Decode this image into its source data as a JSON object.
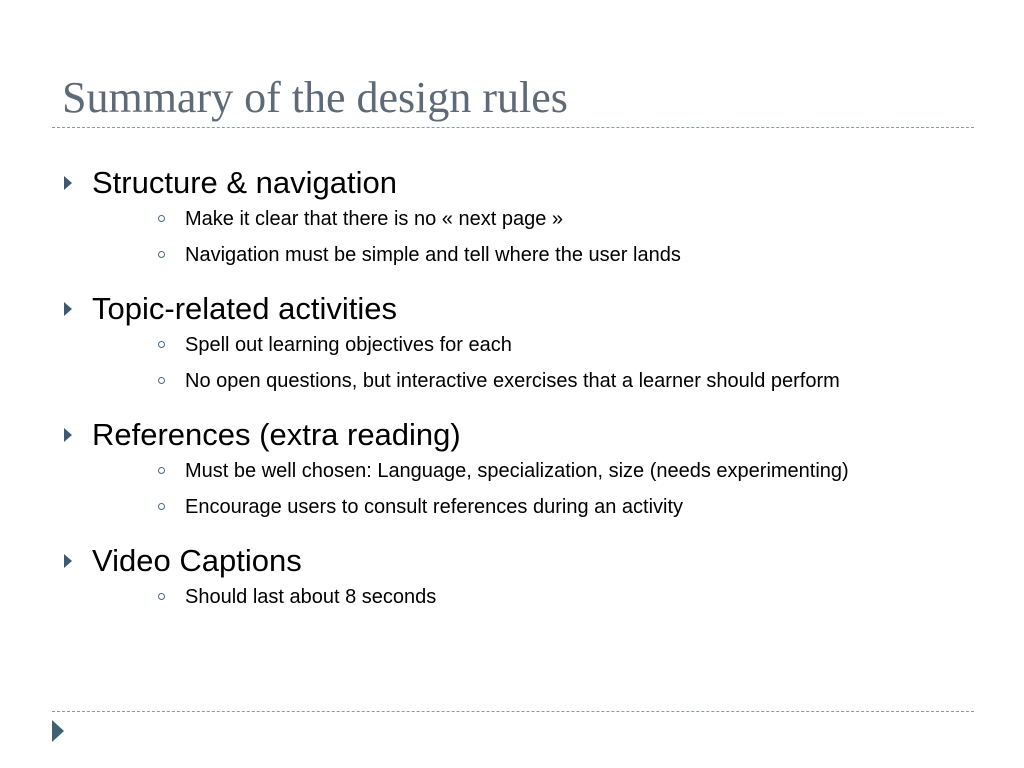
{
  "slide": {
    "title": "Summary of the design rules",
    "topics": [
      {
        "label": "Structure & navigation",
        "items": [
          "Make it clear that there is no « next page »",
          "Navigation must be simple and tell where the user lands"
        ]
      },
      {
        "label": "Topic-related activities",
        "items": [
          "Spell out learning objectives for each",
          "No open questions, but interactive exercises that a learner should perform"
        ]
      },
      {
        "label": "References (extra reading)",
        "items": [
          "Must be well chosen: Language, specialization, size (needs experimenting)",
          "Encourage users to consult references during an activity"
        ]
      },
      {
        "label": "Video Captions",
        "items": [
          "Should last about 8 seconds"
        ]
      }
    ]
  },
  "colors": {
    "title": "#5f6a78",
    "bullet": "#3e5a72",
    "rule": "#7f9faa"
  },
  "icons": {
    "topic_bullet": "triangle-right-icon",
    "sub_bullet": "circle-outline-icon",
    "footer": "triangle-right-icon"
  }
}
